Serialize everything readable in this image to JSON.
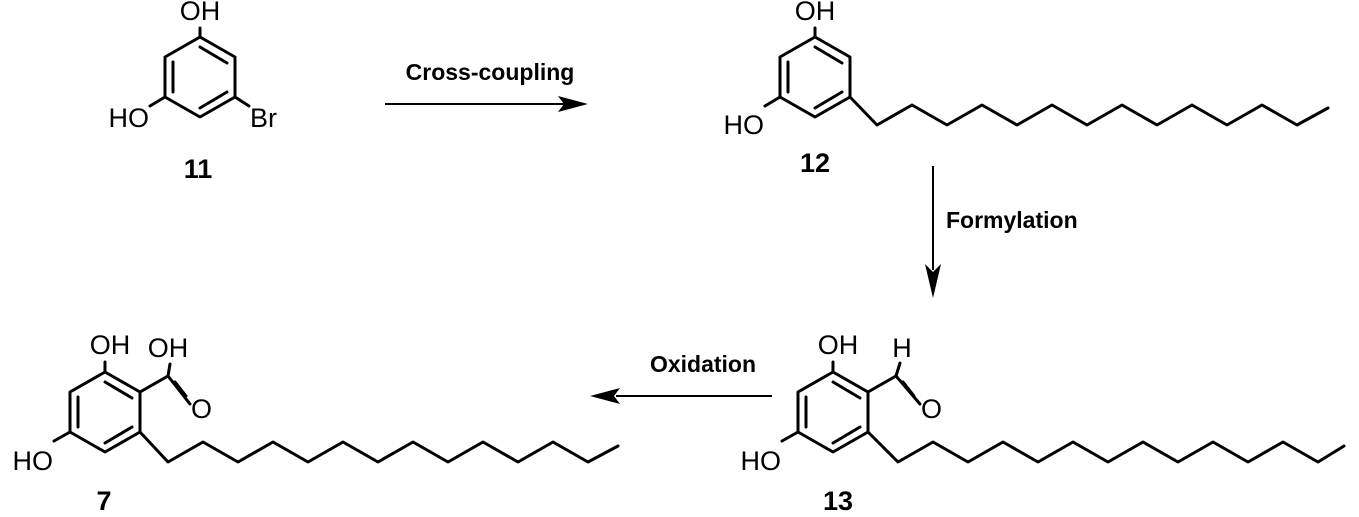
{
  "colors": {
    "ink": "#000000",
    "background": "#ffffff"
  },
  "compounds": {
    "c11": {
      "number": "11",
      "labels": {
        "oh_top": "OH",
        "oh_left": "HO",
        "br": "Br"
      }
    },
    "c12": {
      "number": "12",
      "labels": {
        "oh_top": "OH",
        "oh_left": "HO"
      }
    },
    "c13": {
      "number": "13",
      "labels": {
        "oh_top": "OH",
        "oh_left": "HO",
        "h": "H",
        "o": "O"
      }
    },
    "c7": {
      "number": "7",
      "labels": {
        "oh_top": "OH",
        "oh_left": "HO",
        "oh_acid": "OH",
        "o": "O"
      }
    }
  },
  "reactions": {
    "step1": {
      "label": "Cross-coupling"
    },
    "step2": {
      "label": "Formylation"
    },
    "step3": {
      "label": "Oxidation"
    }
  }
}
